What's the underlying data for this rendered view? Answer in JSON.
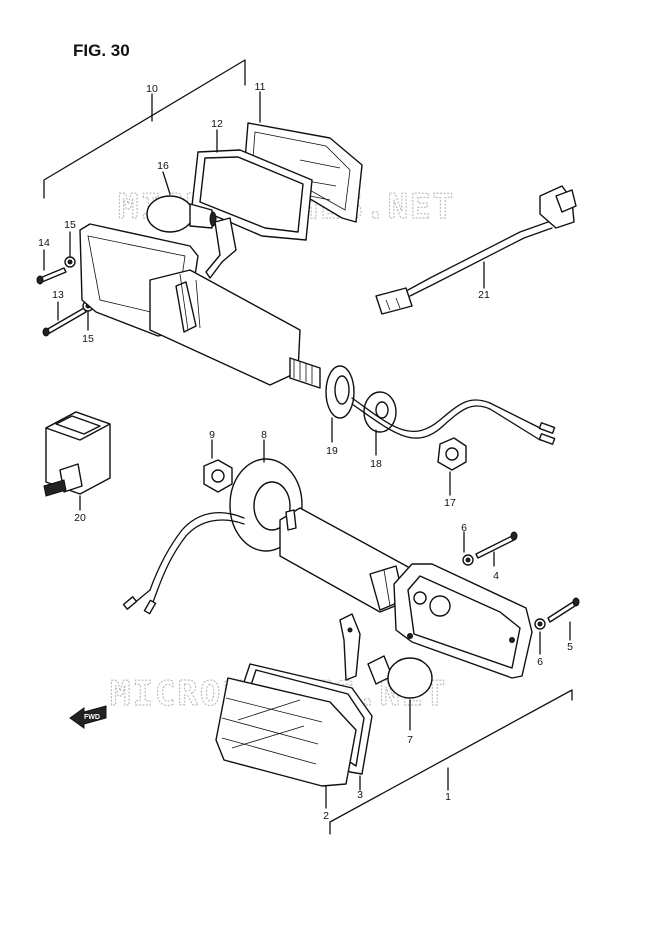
{
  "figure": {
    "title": "FIG. 30"
  },
  "watermark": {
    "text": "MICROFICHES.NET"
  },
  "direction_marker": {
    "label": "FWD"
  },
  "callouts": [
    "1",
    "2",
    "3",
    "4",
    "5",
    "6",
    "6",
    "7",
    "8",
    "9",
    "10",
    "11",
    "12",
    "13",
    "14",
    "15",
    "15",
    "16",
    "17",
    "18",
    "19",
    "20",
    "21"
  ]
}
